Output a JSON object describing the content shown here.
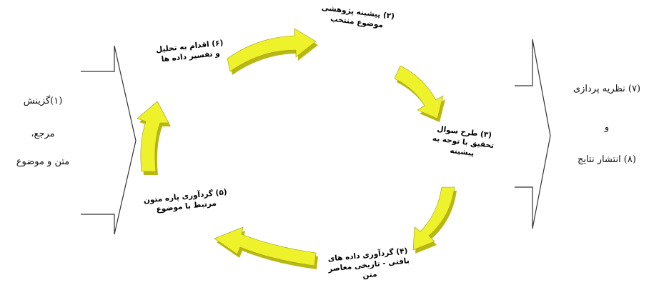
{
  "left_box": {
    "line1": "(۱)گزینش",
    "line2": "مرجع،",
    "line3": "متن و موضوع"
  },
  "right_box": {
    "line1": "(۷) نظریه پردازی",
    "line2": "و",
    "line3": "(۸) انتشار نتایج"
  },
  "steps": {
    "s2": "(۲) پیشینه پژوهشی موضوع منتخب",
    "s3": "(۳) طرح سوال تحقیق با توجه به پیشینه",
    "s4": "(۴) گردآوری داده های بافتی - تاریخی معاصر متن",
    "s5": "(۵) گردآوری پاره متون مرتبط با موضوع",
    "s6": "(۶) اقدام به تحلیل و تفسیر داده ها"
  },
  "colors": {
    "arrow_fill": "#eef22a",
    "arrow_shadow": "#b8b814",
    "outline": "#333333"
  }
}
